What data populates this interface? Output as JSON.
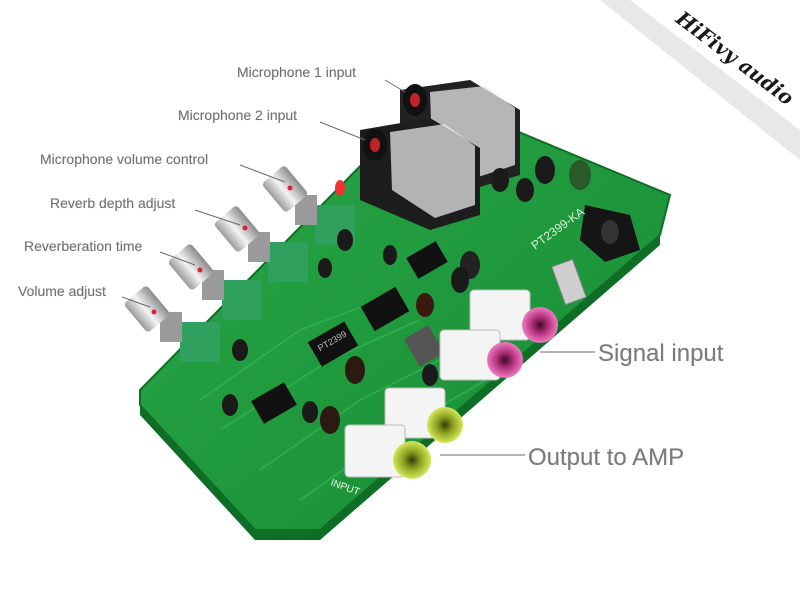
{
  "brand": {
    "text": "HiFivy audio"
  },
  "callouts": {
    "mic1": "Microphone 1 input",
    "mic2": "Microphone 2 input",
    "mic_volume": "Microphone volume control",
    "reverb_depth": "Reverb depth adjust",
    "reverb_time": "Reverberation time",
    "volume": "Volume adjust",
    "signal_input": "Signal input",
    "output_amp": "Output to AMP"
  },
  "board": {
    "silkscreen_model": "PT2399-KA",
    "silkscreen_input": "INPUT",
    "chip_marking": "PT2399"
  },
  "colors": {
    "pcb": "#1f9a3c",
    "pcb_dark": "#137a2b",
    "jack": "#1a1a1a",
    "pot_body": "#2fa05e",
    "rca_pink": "#e45aa8",
    "rca_yellow": "#b7d13a",
    "label_gray": "#6f6f6f"
  }
}
